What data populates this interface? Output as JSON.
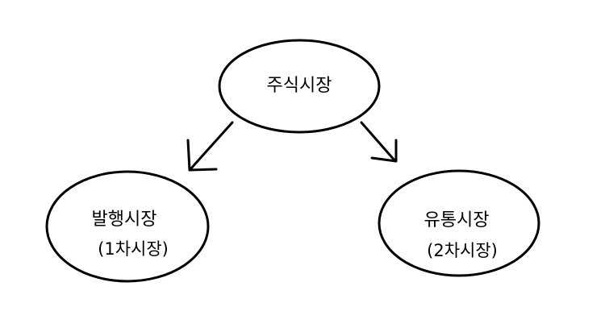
{
  "diagram": {
    "stroke_color": "#000000",
    "background": "#ffffff",
    "nodes": {
      "root": {
        "label": "주식시장"
      },
      "left": {
        "label": "발행시장",
        "sublabel": "(1차시장)"
      },
      "right": {
        "label": "유통시장",
        "sublabel": "(2차시장)"
      }
    }
  }
}
